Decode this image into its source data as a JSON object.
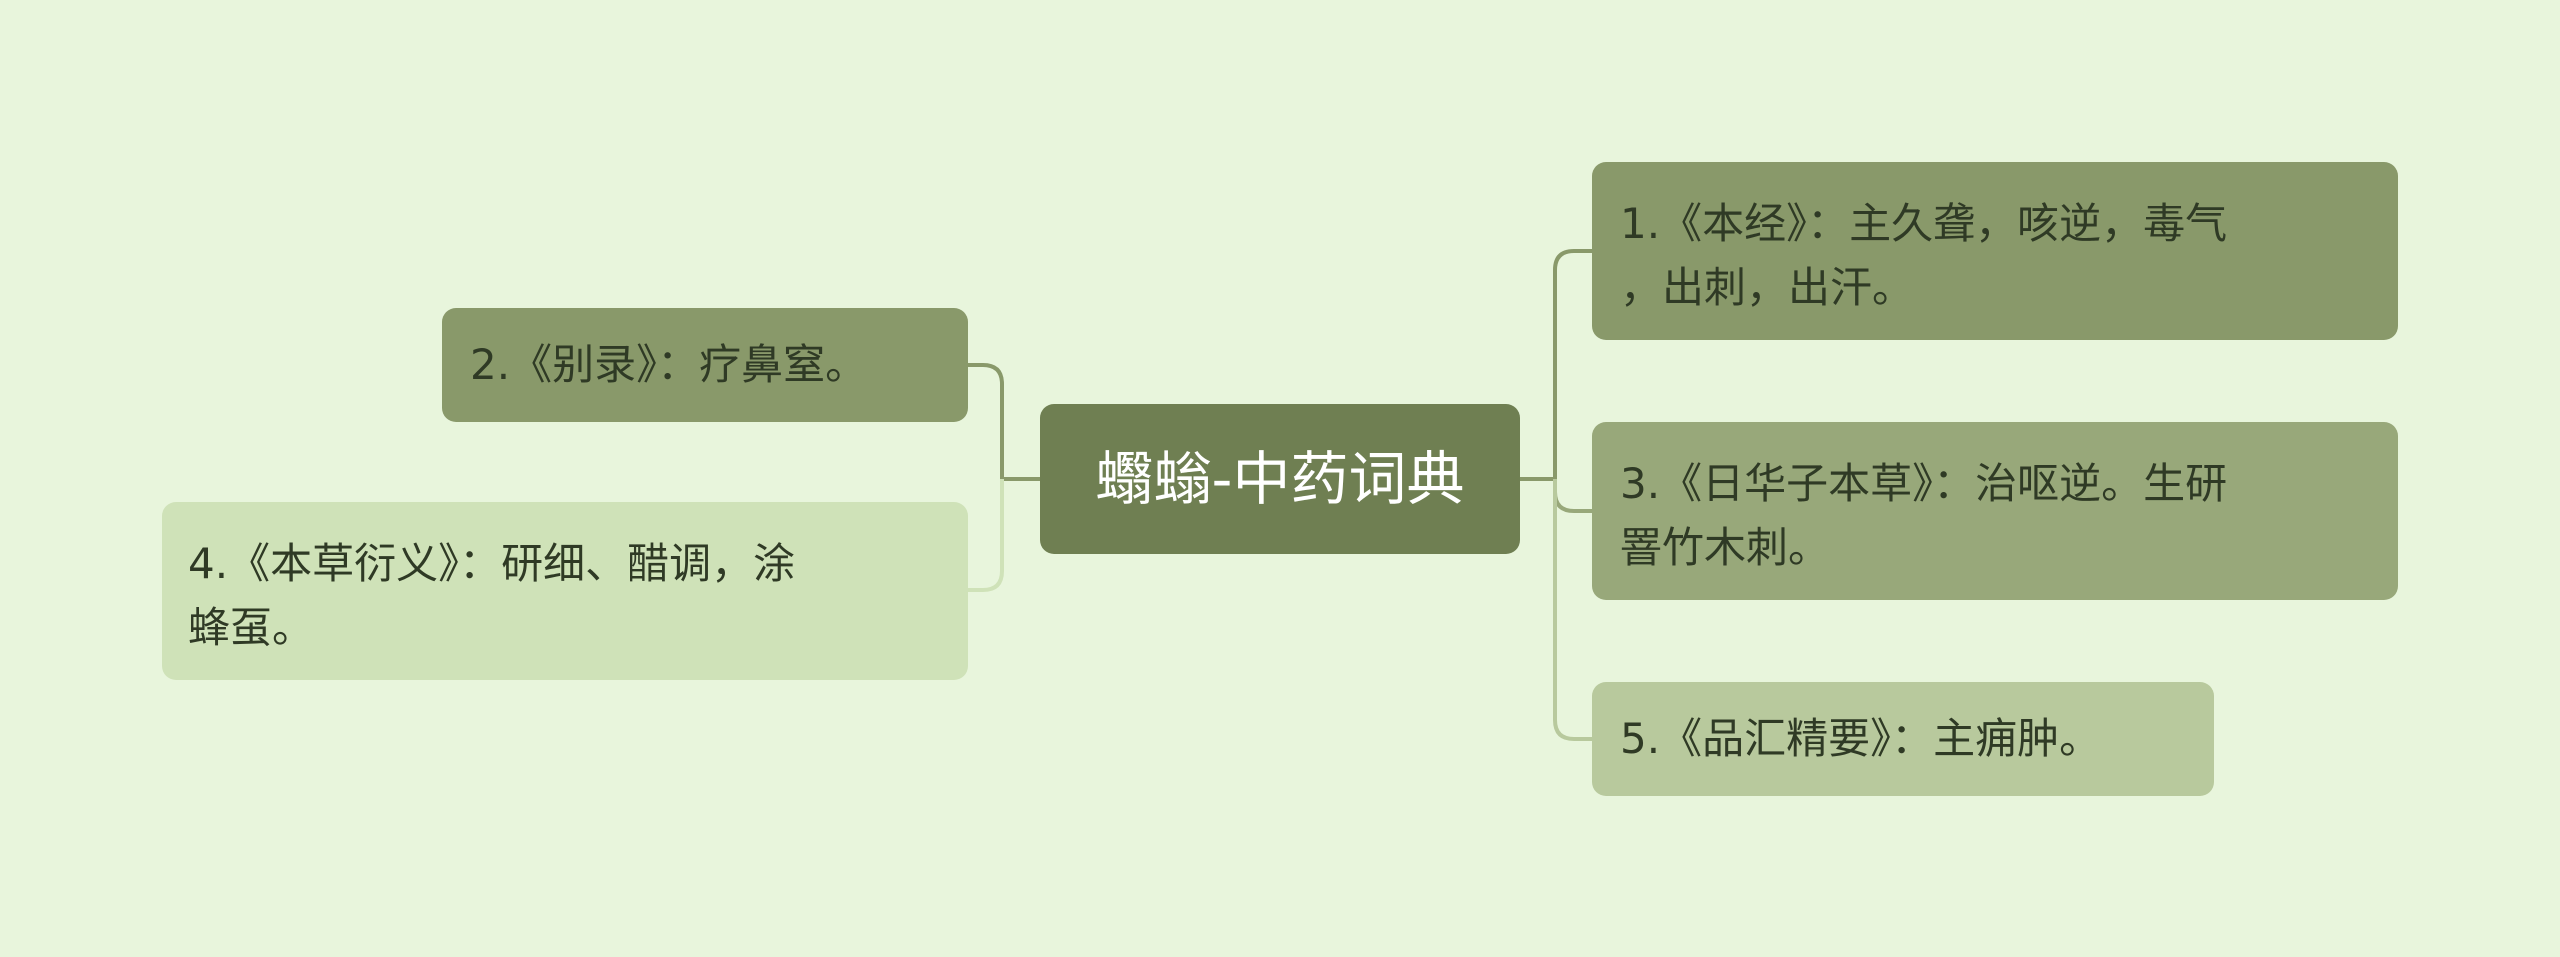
{
  "mindmap": {
    "center": {
      "label": "蠮螉-中药词典"
    },
    "nodes": {
      "n1": {
        "label": "1.《本经》：主久聋，咳逆，毒气\n，出刺，出汗。"
      },
      "n2": {
        "label": "2.《别录》：疗鼻窒。"
      },
      "n3": {
        "label": "3.《日华子本草》：治呕逆。生研\n罯竹木刺。"
      },
      "n4": {
        "label": "4.《本草衍义》：研细、醋调，涂\n蜂虿。"
      },
      "n5": {
        "label": "5.《品汇精要》：主痈肿。"
      }
    }
  },
  "colors": {
    "background": "#e8f5dc",
    "center_fill": "#6f7f52",
    "level1_dark": "#89996a",
    "level1_mid": "#98a87a",
    "level1_light": "#b8c99d",
    "level1_pale": "#cfe2b8"
  }
}
